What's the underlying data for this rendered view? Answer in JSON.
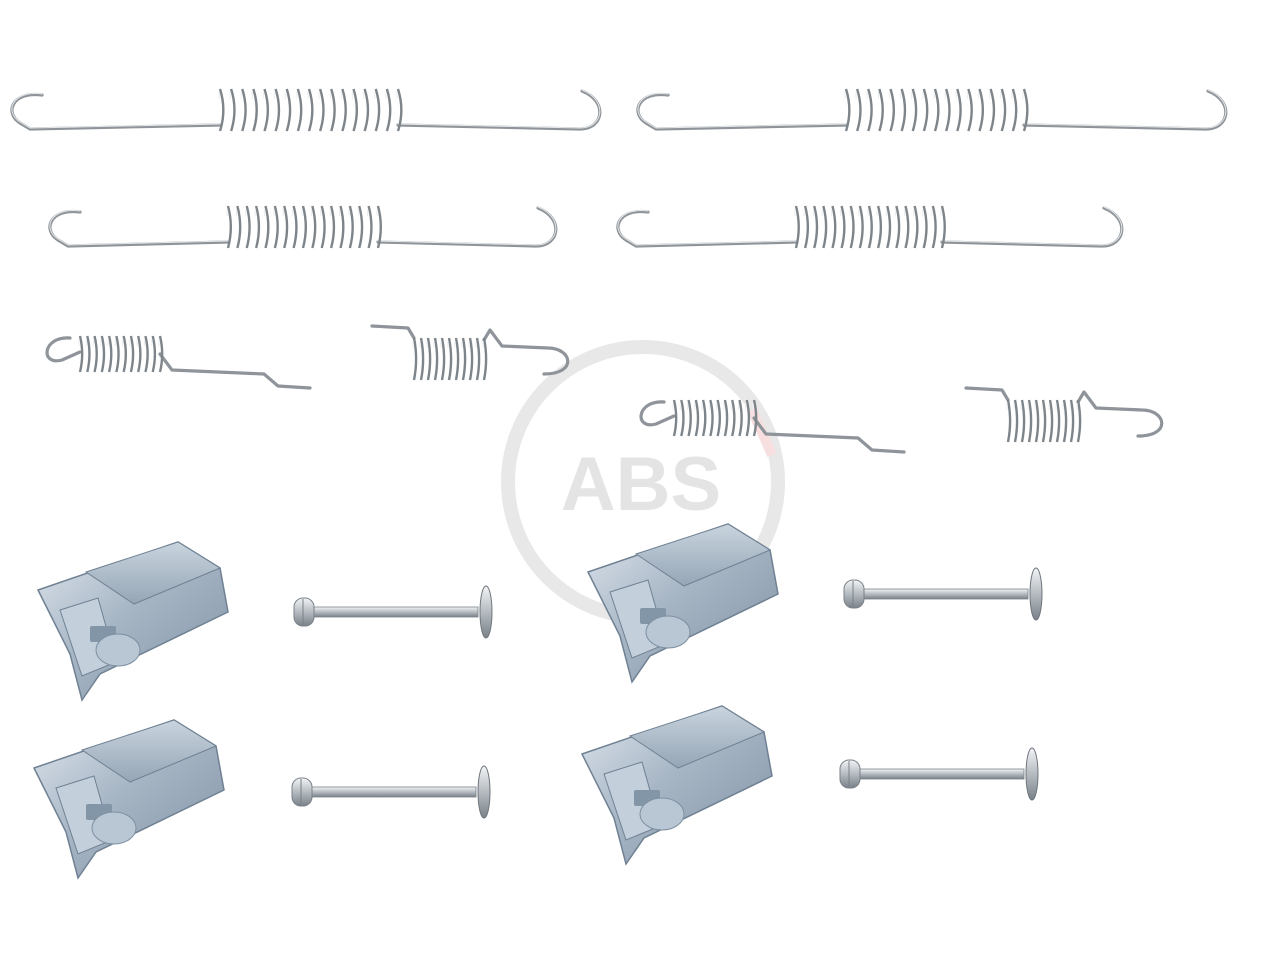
{
  "watermark": {
    "text": "ABS",
    "color": "#d6d6d6",
    "accent": "#f2c6c6"
  },
  "colors": {
    "background": "#ffffff",
    "steel": "#8e9499",
    "clip_blue_steel": "#a9b9c8"
  },
  "parts": {
    "long_springs": 4,
    "short_springs": 4,
    "clips": 4,
    "pins": 4
  }
}
